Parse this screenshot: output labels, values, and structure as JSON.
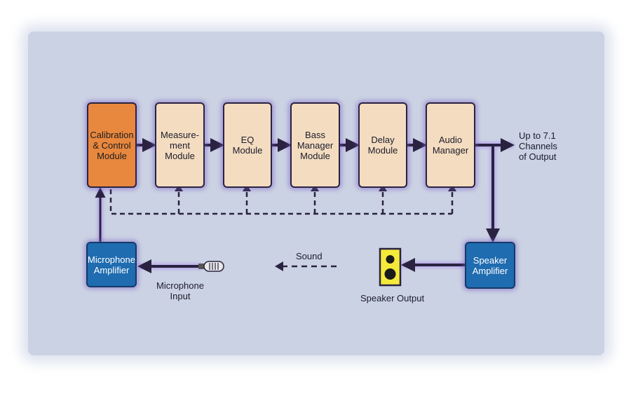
{
  "modules": {
    "calibration": "Calibration\n& Control\nModule",
    "measurement": "Measure-\nment\nModule",
    "eq": "EQ\nModule",
    "bass": "Bass\nManager\nModule",
    "delay": "Delay\nModule",
    "audio": "Audio\nManager"
  },
  "amps": {
    "microphone": "Microphone\nAmplifier",
    "speaker": "Speaker\nAmplifier"
  },
  "labels": {
    "output": "Up to 7.1\nChannels\nof Output",
    "sound": "Sound",
    "mic_input": "Microphone\nInput",
    "speaker_output": "Speaker Output"
  },
  "colors": {
    "module_fill": "#f3dcc0",
    "control_fill": "#e8873e",
    "amp_fill": "#1f6cb0",
    "speaker_fill": "#f5ea3a",
    "wire": "#2a2340",
    "background": "#cbd2e3"
  },
  "icons": [
    "microphone-icon",
    "speaker-icon"
  ]
}
